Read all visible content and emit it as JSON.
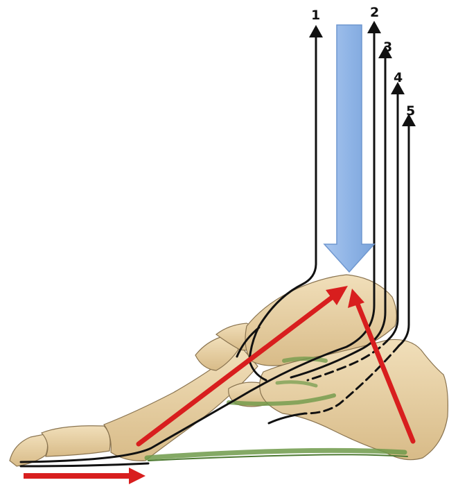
{
  "labels": {
    "l1": "1",
    "l2": "2",
    "l3": "3",
    "l4": "4",
    "l5": "5"
  },
  "colors": {
    "bone": "#e8d2a6",
    "bone_shade": "#cbae7c",
    "bone_outline": "#8a7450",
    "ligament": "#6f9a4a",
    "tendon": "#111111",
    "force_red": "#d81e1e",
    "load_blue": "#8fb4e6",
    "background": "#ffffff"
  },
  "icons": {
    "load_arrow": "arrow-down-icon",
    "push_arrow": "arrow-right-icon",
    "tendon_tip": "arrow-up-icon"
  }
}
